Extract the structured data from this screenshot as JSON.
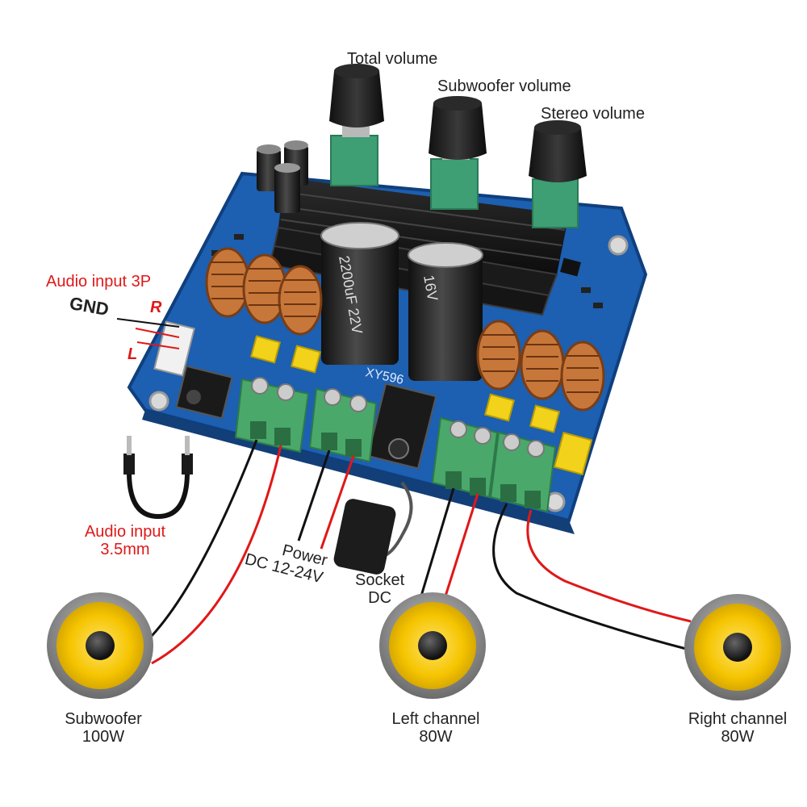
{
  "labels": {
    "total_volume": "Total volume",
    "subwoofer_volume": "Subwoofer volume",
    "stereo_volume": "Stereo volume",
    "audio_input_3p": "Audio input  3P",
    "gnd": "GND",
    "r": "R",
    "l": "L",
    "audio_input_35_line1": "Audio input",
    "audio_input_35_line2": "3.5mm",
    "power_line1": "Power",
    "power_line2": "DC 12-24V",
    "socket_line1": "Socket",
    "socket_line2": "DC",
    "subwoofer_line1": "Subwoofer",
    "subwoofer_line2": "100W",
    "left_line1": "Left channel",
    "left_line2": "80W",
    "right_line1": "Right channel",
    "right_line2": "80W"
  },
  "board_marks": {
    "model": "XY596",
    "cap_left": "2200uF 22V",
    "cap_right": "16V"
  },
  "colors": {
    "board_blue": "#1d5fb0",
    "terminal_green": "#4aa86a",
    "wire_red": "#e01818",
    "wire_black": "#111111",
    "label_red": "#e01818",
    "speaker_cone": "#f5c400",
    "speaker_rim": "#8a8a8a",
    "coil_copper": "#b8682f",
    "capacitor_yellow": "#f2d21a"
  }
}
